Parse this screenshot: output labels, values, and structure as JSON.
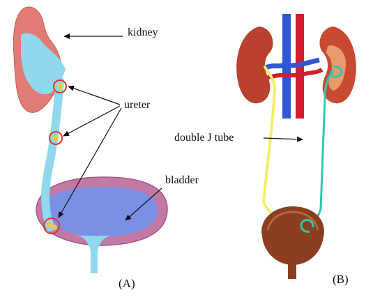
{
  "panel_a": {
    "labels": {
      "kidney": "kidney",
      "ureter": "ureter",
      "bladder": "bladder"
    },
    "caption": "(A)",
    "colors": {
      "kidney": "#e07c74",
      "ureter": "#8fd8ee",
      "bladder_outer": "#c27aa5",
      "bladder_inner": "#7b8fe4",
      "stone_circle": "#d83a2a",
      "stone": "#f0c64a"
    }
  },
  "panel_b": {
    "labels": {
      "stent": "double J tube"
    },
    "caption": "(B)",
    "colors": {
      "kidney": "#b9412d",
      "vein": "#2f56d6",
      "artery": "#d11e2f",
      "stent": "#f2ef6a",
      "stent_coil": "#2ec7b0",
      "bladder": "#8a3f20"
    }
  }
}
